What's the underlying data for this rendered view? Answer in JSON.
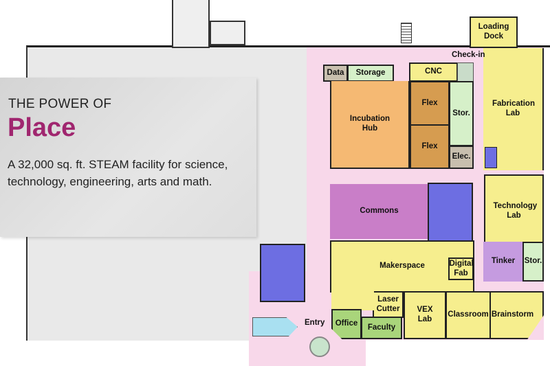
{
  "panel": {
    "kicker": "THE POWER OF",
    "headline": "Place",
    "description": "A 32,000 sq. ft. STEAM facility for science, technology, engineering, arts and math.",
    "accent_color": "#a0266f"
  },
  "floorplan": {
    "labels": {
      "check_in": "Check-in",
      "entry": "Entry"
    },
    "rooms": {
      "loading_dock": "Loading Dock",
      "data": "Data",
      "storage": "Storage",
      "cnc": "CNC",
      "incubation_hub": "Incubation Hub",
      "flex_1": "Flex",
      "flex_2": "Flex",
      "stor_1": "Stor.",
      "elec": "Elec.",
      "fabrication_lab": "Fabrication Lab",
      "commons": "Commons",
      "technology_lab": "Technology Lab",
      "makerspace": "Makerspace",
      "digital_fab": "Digital Fab",
      "tinker": "Tinker",
      "stor_2": "Stor.",
      "laser_cutter": "Laser Cutter",
      "office": "Office",
      "faculty": "Faculty",
      "vex_lab": "VEX Lab",
      "classroom": "Classroom",
      "brainstorm": "Brainstorm"
    }
  }
}
